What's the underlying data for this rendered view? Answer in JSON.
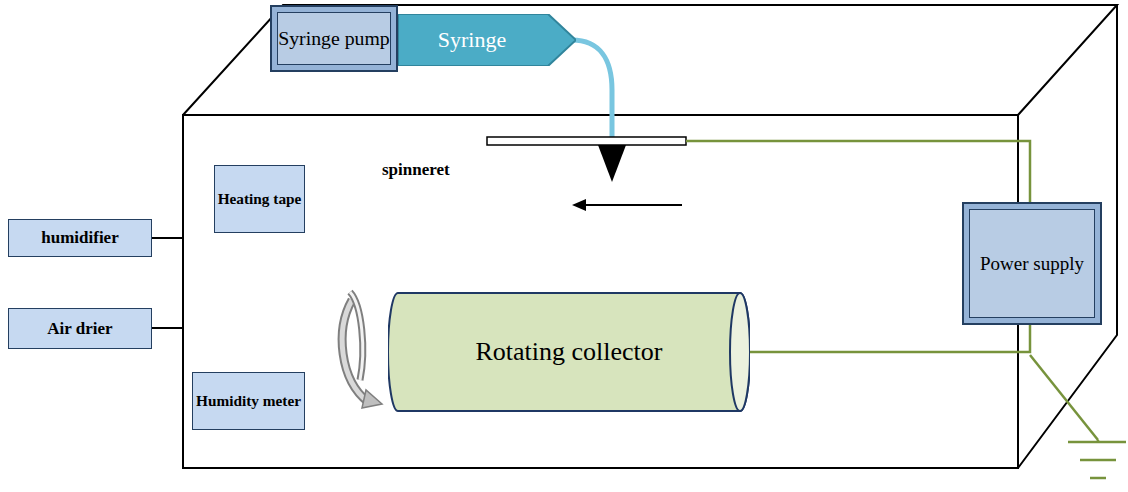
{
  "diagram": {
    "nodes": [
      {
        "text": [
          "Syringe pump"
        ]
      },
      {
        "text": [
          "Syringe"
        ]
      },
      {
        "text": [
          "Heating tape"
        ]
      },
      {
        "text": [
          "humidifier"
        ]
      },
      {
        "text": [
          "Power supply"
        ]
      },
      {
        "text": [
          "Air drier"
        ]
      },
      {
        "text": [
          "Rotating collector"
        ]
      },
      {
        "text": [
          "Humidity meter"
        ]
      }
    ],
    "edges": [
      {
        "from": 4,
        "to": 6,
        "arrow": "none"
      }
    ],
    "labels": [
      "spinneret"
    ]
  }
}
